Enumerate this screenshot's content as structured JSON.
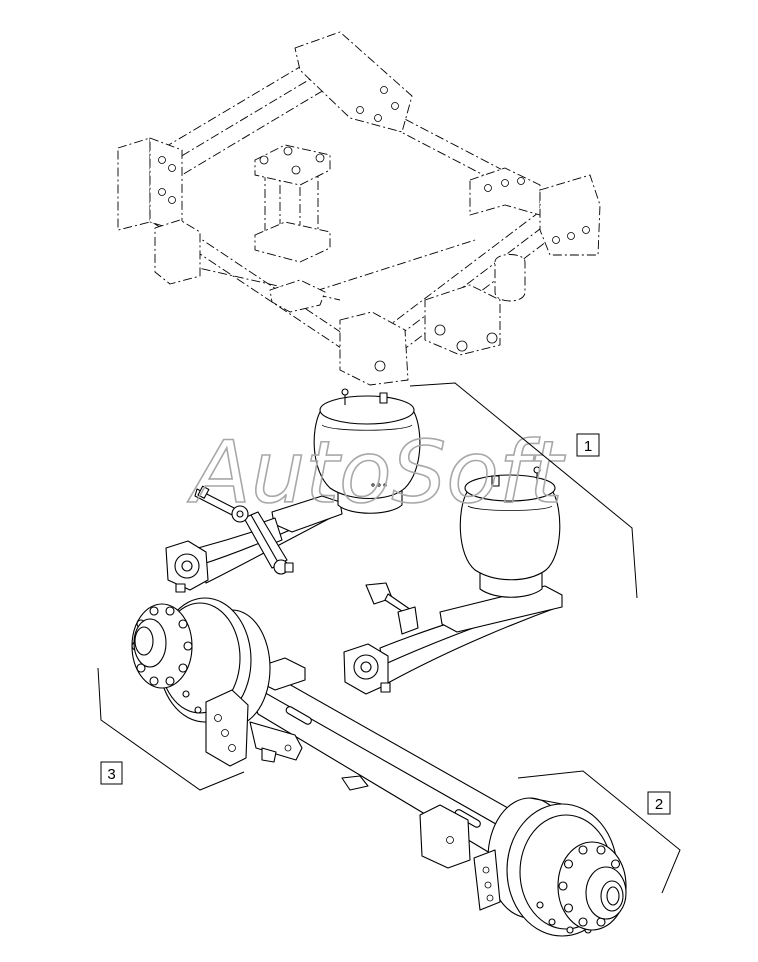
{
  "watermark": "AutoSoft",
  "callouts": [
    {
      "label": "1"
    },
    {
      "label": "2"
    },
    {
      "label": "3"
    }
  ],
  "colors": {
    "line": "#000000",
    "watermark": "#a8a8a8",
    "background": "#ffffff"
  }
}
